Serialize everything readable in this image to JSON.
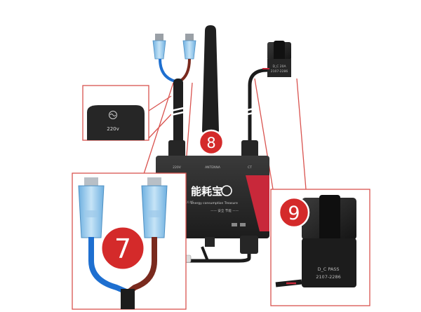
{
  "badges": {
    "seven": "7",
    "eight": "8",
    "nine": "9"
  },
  "voltage_label": "220v",
  "device": {
    "brand_cn": "能耗宝",
    "brand_en": "Energy consumption Treasure",
    "tagline": "—— 安全 节能 ——",
    "port_label_left": "220V",
    "port_label_center": "ANTENNA",
    "port_label_right": "CT",
    "maker": "CCXX.NE"
  },
  "ct_small_labels": [
    "D_C 20A",
    "2107-2286"
  ],
  "ct_large_labels": [
    "D_C PASS",
    "2107-2286"
  ],
  "colors": {
    "callout_border": "#d9534f",
    "badge_red": "#d42a2a",
    "blue_wire": "#1e6fd0",
    "brown_wire": "#7a2a1e",
    "terminal_blue": "#8fc3e8",
    "device_black": "#2a2a2a",
    "device_red": "#c8283a"
  }
}
